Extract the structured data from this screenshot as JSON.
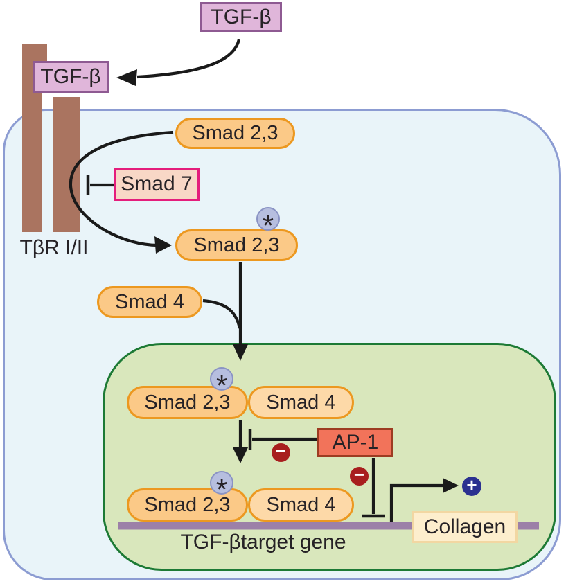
{
  "title": "TGF-beta signaling pathway diagram",
  "nodes": {
    "ligand": "TGF-β",
    "bound_ligand": "TGF-β",
    "receptor": "TβR I/II",
    "smad23_cytoplasmic": "Smad 2,3",
    "smad7": "Smad 7",
    "smad23_phosphorylated": "Smad 2,3",
    "smad4_cytoplasmic": "Smad 4",
    "complex1": {
      "smad23": "Smad 2,3",
      "smad4": "Smad 4"
    },
    "ap1": "AP-1",
    "complex2": {
      "smad23": "Smad 2,3",
      "smad4": "Smad 4"
    },
    "target_gene_label": "TGF-βtarget gene",
    "collagen": "Collagen"
  },
  "symbols": {
    "phosphorylation": "*",
    "inhibition": "−",
    "activation": "+"
  },
  "palette": {
    "text": "#262226",
    "arrow": "#1a1a1a",
    "cell-fill": "#e9f4f9",
    "cell-border": "#8c9cd2",
    "nucleus-fill": "#d9e7bc",
    "nucleus-border": "#1d7a35",
    "receptor": "#aa7460",
    "pill-fill": "#fbc987",
    "pill-fill-light": "#fdd9a8",
    "pill-border": "#ec9820",
    "ligand-fill": "#e0b6da",
    "ligand-border": "#8e5a92",
    "smad7-fill": "#f8d7c6",
    "smad7-border": "#e41d7c",
    "ap1-fill": "#f2735a",
    "ap1-border": "#9d3c22",
    "phospho-fill": "#b6bedf",
    "phospho-border": "#8a93c4",
    "minus-fill": "#a81e1e",
    "plus-fill": "#2b3190",
    "dna": "#9c80a8",
    "collagen-fill": "#fdeecd",
    "collagen-border": "#f2d7a2"
  }
}
